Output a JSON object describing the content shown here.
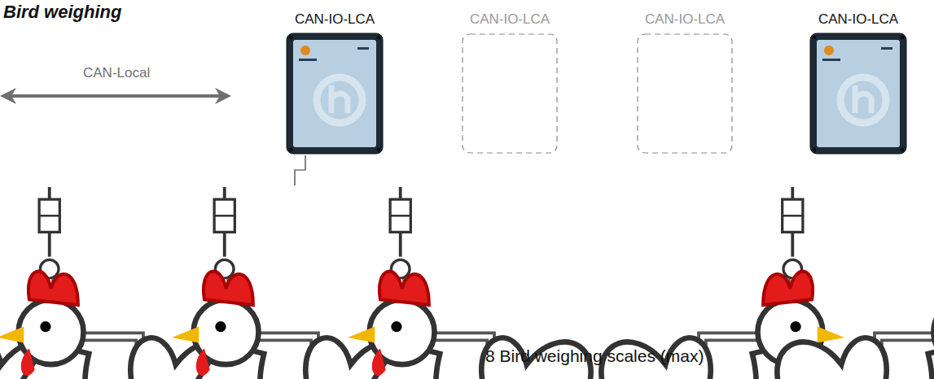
{
  "diagram": {
    "title": "Bird weighing",
    "caption": "8 Bird weighing scales (max)",
    "nodes": [
      {
        "text": [
          "CAN-IO-LCA"
        ]
      },
      {
        "text": [
          "CAN-IO-LCA"
        ]
      },
      {
        "text": [
          "CAN-IO-LCA"
        ]
      },
      {
        "text": [
          "CAN-IO-LCA"
        ]
      }
    ],
    "labels": [
      "CAN-Local"
    ]
  }
}
